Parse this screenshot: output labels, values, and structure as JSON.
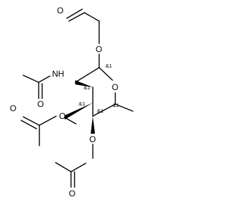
{
  "structure": {
    "atoms": {
      "ring_oxygen": "O",
      "o_c1": "O",
      "o_c1_carbonyl": "O",
      "nh": "NH",
      "o_amide_carbonyl": "O",
      "o_c3": "O",
      "o_c3_carbonyl": "O",
      "o_c4": "O",
      "o_c4_carbonyl": "O"
    },
    "stereo_labels": {
      "c1": "&1",
      "c2": "&1",
      "c3": "&1",
      "c4": "&1",
      "c5": "&1"
    }
  }
}
